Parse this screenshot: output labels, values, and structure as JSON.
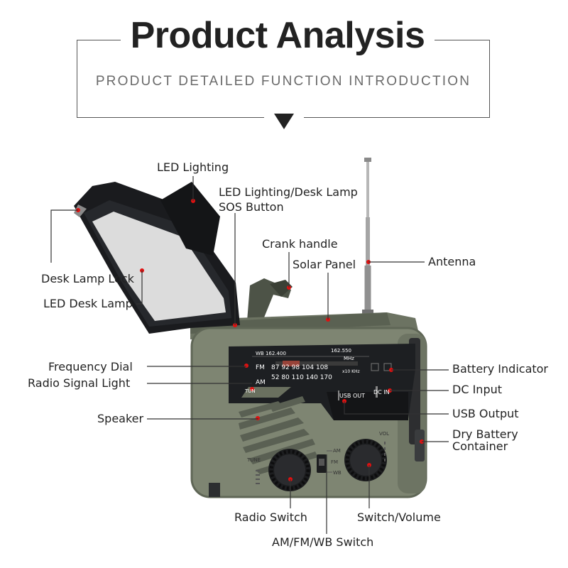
{
  "header": {
    "title": "Product Analysis",
    "subtitle": "PRODUCT DETAILED FUNCTION INTRODUCTION"
  },
  "labels": {
    "led_lighting": "LED Lighting",
    "sos_line1": "LED Lighting/Desk Lamp",
    "sos_line2": "SOS Button",
    "crank_handle": "Crank handle",
    "solar_panel": "Solar Panel",
    "antenna": "Antenna",
    "desk_lamp_lock": "Desk Lamp Lock",
    "led_desk_lamp": "LED Desk Lamp",
    "frequency_dial": "Frequency Dial",
    "radio_signal_light": "Radio Signal Light",
    "speaker": "Speaker",
    "battery_indicator": "Battery Indicator",
    "dc_input": "DC Input",
    "usb_output": "USB Output",
    "dry_battery_line1": "Dry Battery",
    "dry_battery_line2": "Container",
    "radio_switch": "Radio Switch",
    "switch_volume": "Switch/Volume",
    "band_switch": "AM/FM/WB Switch"
  },
  "device": {
    "wb_row": "WB 162.400",
    "wb_row_right": "162.550",
    "fm_label": "FM",
    "fm_scale": "87   92   98   104   108",
    "fm_unit": "MHz",
    "am_label": "AM",
    "am_scale": "52   80   110   140   170",
    "am_unit": "x10 KHz",
    "tun_label": "TUN",
    "usb_out": "USB OUT",
    "dc_in": "DC IN",
    "tune": "TUNE",
    "vol": "VOL",
    "band_am": "AM",
    "band_fm": "FM",
    "band_wb": "WB"
  },
  "colors": {
    "body": "#7e8572",
    "body_dark": "#5f6656",
    "panel": "#1d1f22",
    "lamp": "#1a1b1e",
    "marker": "#e01010"
  }
}
